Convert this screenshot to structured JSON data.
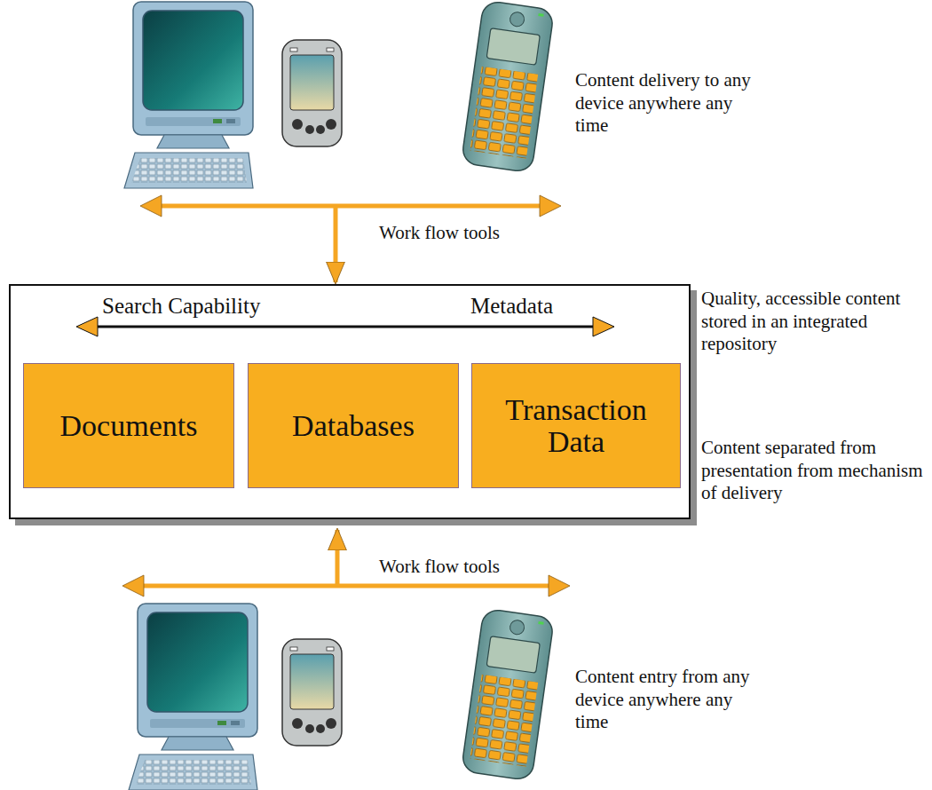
{
  "diagram": {
    "nodes": [
      {
        "text": [
          "Content delivery to any device anywhere any time"
        ]
      },
      {
        "text": [
          "Search Capability",
          "Metadata",
          "Quality, accessible content stored in an integrated repository",
          "Content separated from presentation from mechanism of delivery"
        ]
      },
      {
        "text": [
          "Documents"
        ],
        "in": 1
      },
      {
        "text": [
          "Databases"
        ],
        "in": 1
      },
      {
        "text": [
          "Transaction Data"
        ],
        "in": 1
      },
      {
        "text": [
          "Content entry from any device anywhere any time"
        ]
      }
    ],
    "edges": [
      {
        "from": 0,
        "to": 1,
        "arrow": "to",
        "label": "Work flow tools"
      },
      {
        "from": 5,
        "to": 1,
        "arrow": "to",
        "label": "Work flow tools"
      }
    ]
  }
}
